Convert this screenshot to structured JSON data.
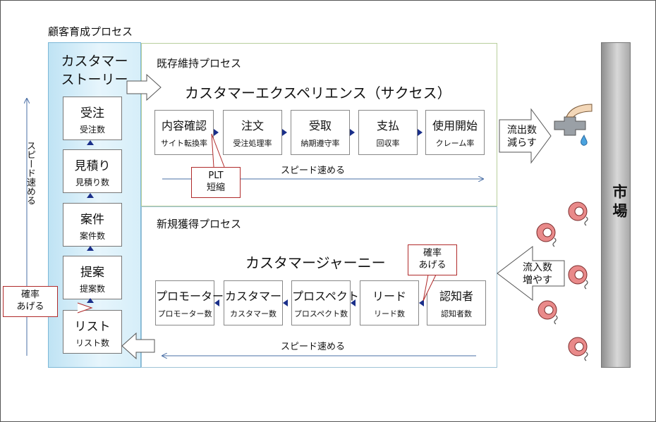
{
  "diagram": {
    "top_label": "顧客育成プロセス",
    "vertical_label": "スピード速める",
    "story": {
      "title_line1": "カスタマー",
      "title_line2": "ストーリー",
      "stages": [
        {
          "main": "受注",
          "sub": "受注数"
        },
        {
          "main": "見積り",
          "sub": "見積り数"
        },
        {
          "main": "案件",
          "sub": "案件数"
        },
        {
          "main": "提案",
          "sub": "提案数"
        },
        {
          "main": "リスト",
          "sub": "リスト数"
        }
      ]
    },
    "retention": {
      "label": "既存維持プロセス",
      "heading": "カスタマーエクスペリエンス（サクセス）",
      "steps": [
        {
          "main": "内容確認",
          "sub": "サイト転換率"
        },
        {
          "main": "注文",
          "sub": "受注処理率"
        },
        {
          "main": "受取",
          "sub": "納期遵守率"
        },
        {
          "main": "支払",
          "sub": "回収率"
        },
        {
          "main": "使用開始",
          "sub": "クレーム率"
        }
      ],
      "speed_label": "スピード速める",
      "callout_line1": "PLT",
      "callout_line2": "短縮"
    },
    "acquisition": {
      "label": "新規獲得プロセス",
      "heading": "カスタマージャーニー",
      "steps": [
        {
          "main": "プロモーター",
          "sub": "プロモーター数"
        },
        {
          "main": "カスタマー",
          "sub": "カスタマー数"
        },
        {
          "main": "プロスペクト",
          "sub": "プロスペクト数"
        },
        {
          "main": "リード",
          "sub": "リード数"
        },
        {
          "main": "認知者",
          "sub": "認知者数"
        }
      ],
      "speed_label": "スピード速める",
      "callout_line1": "確率",
      "callout_line2": "あげる"
    },
    "left_callout_line1": "確率",
    "left_callout_line2": "あげる",
    "outflow_line1": "流出数",
    "outflow_line2": "減らす",
    "inflow_line1": "流入数",
    "inflow_line2": "増やす",
    "market_label": "市場"
  }
}
